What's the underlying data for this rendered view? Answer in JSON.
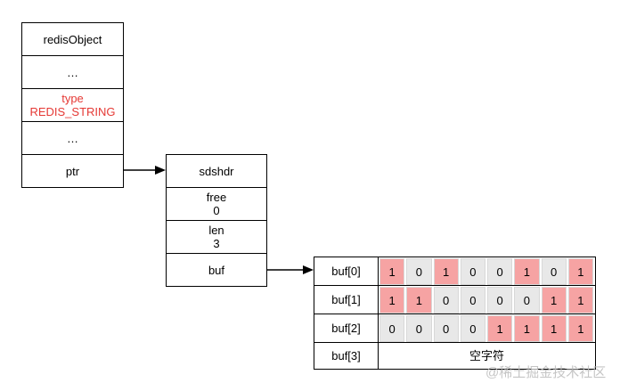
{
  "redis_object": {
    "title": "redisObject",
    "row2": "…",
    "type_label": "type",
    "type_value": "REDIS_STRING",
    "row4": "…",
    "ptr": "ptr"
  },
  "sdshdr": {
    "title": "sdshdr",
    "free_label": "free",
    "free_value": "0",
    "len_label": "len",
    "len_value": "3",
    "buf": "buf"
  },
  "buffer": {
    "rows": [
      {
        "label": "buf[0]",
        "bits": [
          "1",
          "0",
          "1",
          "0",
          "0",
          "1",
          "0",
          "1"
        ]
      },
      {
        "label": "buf[1]",
        "bits": [
          "1",
          "1",
          "0",
          "0",
          "0",
          "0",
          "1",
          "1"
        ]
      },
      {
        "label": "buf[2]",
        "bits": [
          "0",
          "0",
          "0",
          "0",
          "1",
          "1",
          "1",
          "1"
        ]
      }
    ],
    "null_row": {
      "label": "buf[3]",
      "text": "空字符"
    }
  },
  "colors": {
    "bit_on": "#f6a3a3",
    "bit_off": "#e8e8e8",
    "type_text": "#e53935"
  },
  "watermark": "@稀土掘金技术社区"
}
